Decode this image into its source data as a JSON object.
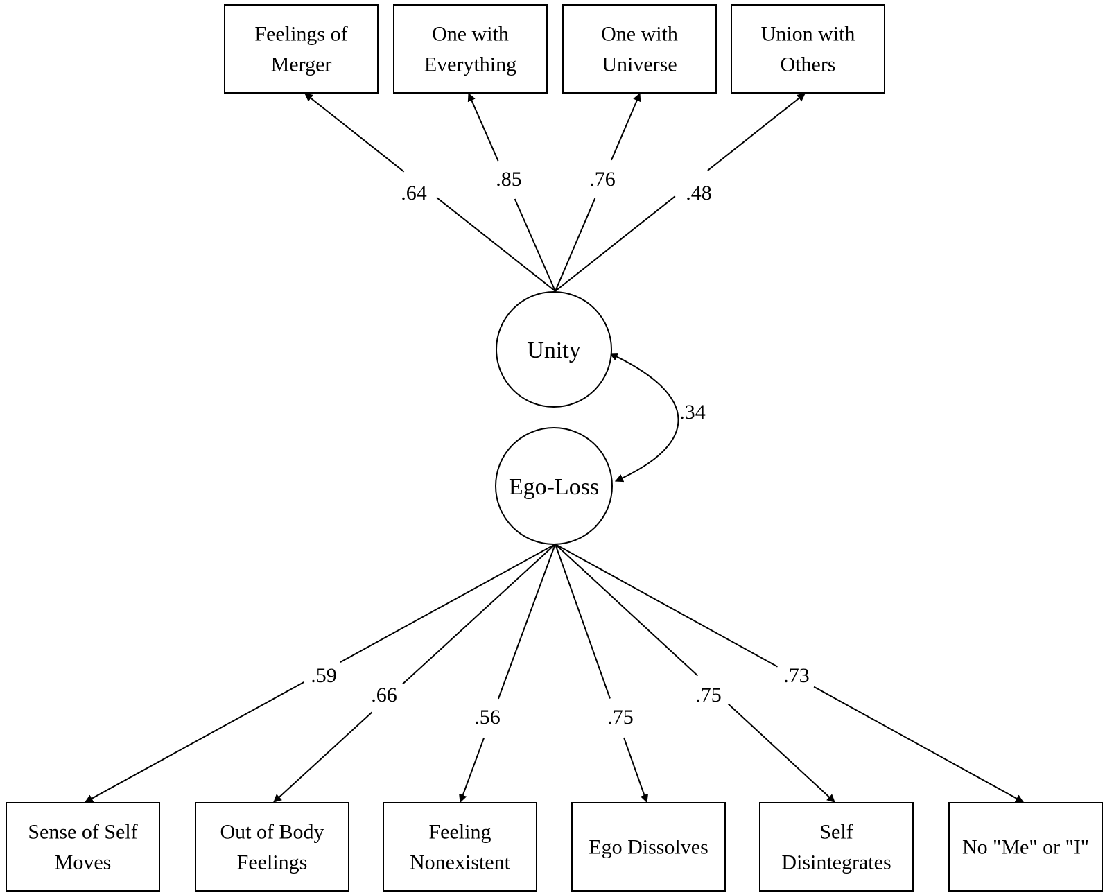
{
  "factors": {
    "unity": {
      "label": "Unity"
    },
    "ego_loss": {
      "label": "Ego-Loss"
    }
  },
  "correlation": {
    "label": ".34"
  },
  "unity_indicators": [
    {
      "lines": [
        "Feelings of",
        "Merger"
      ],
      "loading": ".64"
    },
    {
      "lines": [
        "One with",
        "Everything"
      ],
      "loading": ".85"
    },
    {
      "lines": [
        "One with",
        "Universe"
      ],
      "loading": ".76"
    },
    {
      "lines": [
        "Union with",
        "Others"
      ],
      "loading": ".48"
    }
  ],
  "ego_loss_indicators": [
    {
      "lines": [
        "Sense of Self",
        "Moves"
      ],
      "loading": ".59"
    },
    {
      "lines": [
        "Out of Body",
        "Feelings"
      ],
      "loading": ".66"
    },
    {
      "lines": [
        "Feeling",
        "Nonexistent"
      ],
      "loading": ".56"
    },
    {
      "lines": [
        "Ego Dissolves"
      ],
      "loading": ".75"
    },
    {
      "lines": [
        "Self",
        "Disintegrates"
      ],
      "loading": ".75"
    },
    {
      "lines": [
        "No \"Me\" or \"I\""
      ],
      "loading": ".73"
    }
  ]
}
